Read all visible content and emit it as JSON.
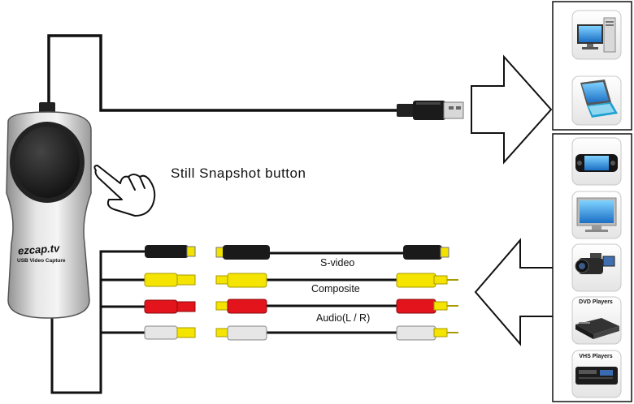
{
  "labels": {
    "snapshot": "Still Snapshot button",
    "svideo": "S-video",
    "composite": "Composite",
    "audio": "Audio(L / R)"
  },
  "device_brand": "ezcap.tv",
  "device_product": "USB Video Capture",
  "sources": {
    "dvd": "DVD Players",
    "vhs": "VHS Players"
  },
  "colors": {
    "svideo_plug": "#1a1a1a",
    "video_plug": "#f4e400",
    "audio_left_plug": "#e3141b",
    "audio_right_plug": "#e6e6e6",
    "cable": "#111111"
  }
}
